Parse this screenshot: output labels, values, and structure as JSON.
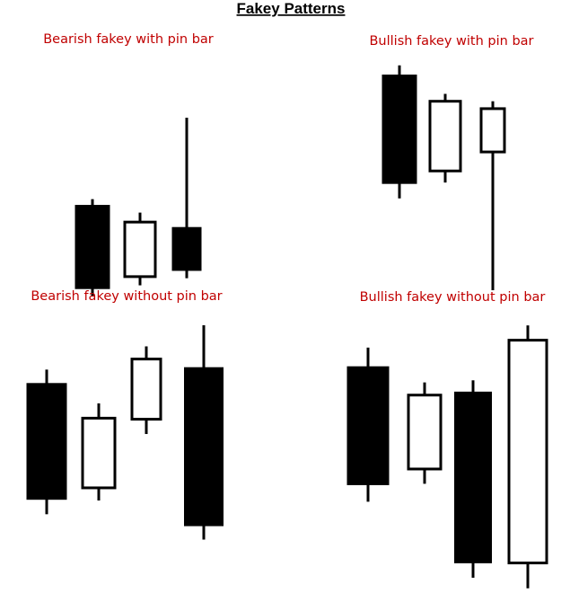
{
  "title": "Fakey Patterns",
  "label_color": "#c00000",
  "candle_color": "#000000",
  "panels": [
    {
      "label": "Bearish fakey with pin bar",
      "candles": [
        {
          "fill": "black",
          "high": 1.5,
          "open": 2.4,
          "close": 12.7,
          "low": 13.8
        },
        {
          "fill": "white",
          "high": 3.2,
          "open": 4.4,
          "close": 11.3,
          "low": 12.4
        },
        {
          "fill": "black",
          "high": -8.8,
          "open": 5.2,
          "close": 10.4,
          "low": 11.5
        }
      ]
    },
    {
      "label": "Bullish fakey with pin bar",
      "candles": [
        {
          "fill": "black",
          "high": 1.0,
          "open": 2.0,
          "close": 12.1,
          "low": 13.6
        },
        {
          "fill": "white",
          "high": 3.7,
          "open": 4.4,
          "close": 11.0,
          "low": 12.1
        },
        {
          "fill": "white",
          "high": 4.4,
          "open": 5.1,
          "close": 9.2,
          "low": 22.3
        }
      ]
    },
    {
      "label": "Bearish fakey without pin bar",
      "candles": [
        {
          "fill": "black",
          "high": 4.2,
          "open": 5.6,
          "close": 16.4,
          "low": 17.9
        },
        {
          "fill": "white",
          "high": 7.4,
          "open": 8.8,
          "close": 15.4,
          "low": 16.6
        },
        {
          "fill": "white",
          "high": 2.0,
          "open": 3.2,
          "close": 8.9,
          "low": 10.3
        },
        {
          "fill": "black",
          "high": 0.0,
          "open": 4.1,
          "close": 18.9,
          "low": 20.3
        }
      ]
    },
    {
      "label": "Bullish fakey without pin bar",
      "candles": [
        {
          "fill": "black",
          "high": 2.2,
          "open": 4.1,
          "close": 15.1,
          "low": 16.8
        },
        {
          "fill": "white",
          "high": 5.5,
          "open": 6.7,
          "close": 13.7,
          "low": 15.1
        },
        {
          "fill": "black",
          "high": 5.3,
          "open": 6.5,
          "close": 22.5,
          "low": 24.0
        },
        {
          "fill": "white",
          "high": 0.1,
          "open": 1.5,
          "close": 22.6,
          "low": 25.0
        }
      ]
    }
  ]
}
